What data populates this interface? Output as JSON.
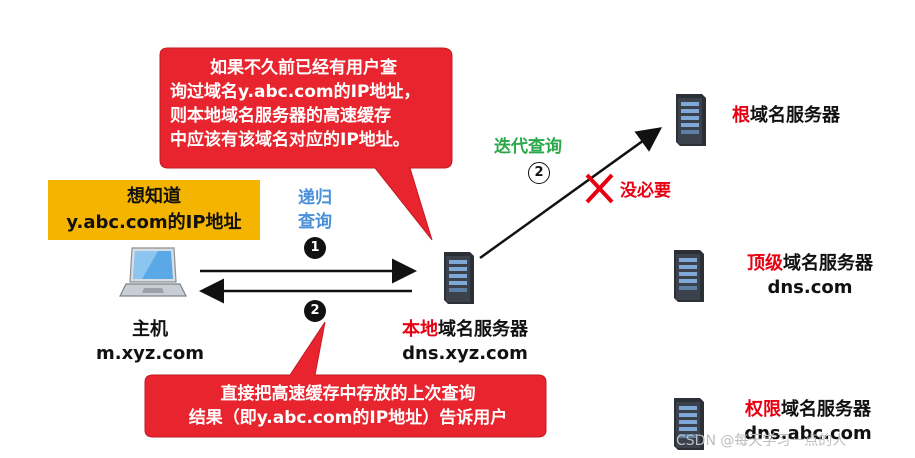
{
  "callouts": {
    "top": [
      "如果不久前已经有用户查",
      "询过域名y.abc.com的IP地址，",
      "则本地域名服务器的高速缓存",
      "中应该有该域名对应的IP地址。"
    ],
    "bottom": [
      "直接把高速缓存中存放的上次查询",
      "结果（即y.abc.com的IP地址）告诉用户"
    ]
  },
  "want_box": {
    "line1": "想知道",
    "line2": "y.abc.com的IP地址"
  },
  "host": {
    "line1": "主机",
    "line2": "m.xyz.com"
  },
  "local_server": {
    "prefix": "本地",
    "suffix": "域名服务器",
    "domain": "dns.xyz.com"
  },
  "root_server": {
    "prefix": "根",
    "suffix": "域名服务器"
  },
  "tld_server": {
    "prefix": "顶级",
    "suffix": "域名服务器",
    "domain": "dns.com"
  },
  "auth_server": {
    "prefix": "权限",
    "suffix": "域名服务器",
    "domain": "dns.abc.com"
  },
  "recursive": {
    "line1": "递归",
    "line2": "查询"
  },
  "iterative": "迭代查询",
  "not_needed": "没必要",
  "step1": "1",
  "step2": "2",
  "watermark": "CSDN @每天学习一点的人",
  "colors": {
    "callout": "#e8252e",
    "highlight": "#e60012",
    "want_box": "#f5b400",
    "recursive": "#4a90d9",
    "iterative": "#2aa84a"
  }
}
